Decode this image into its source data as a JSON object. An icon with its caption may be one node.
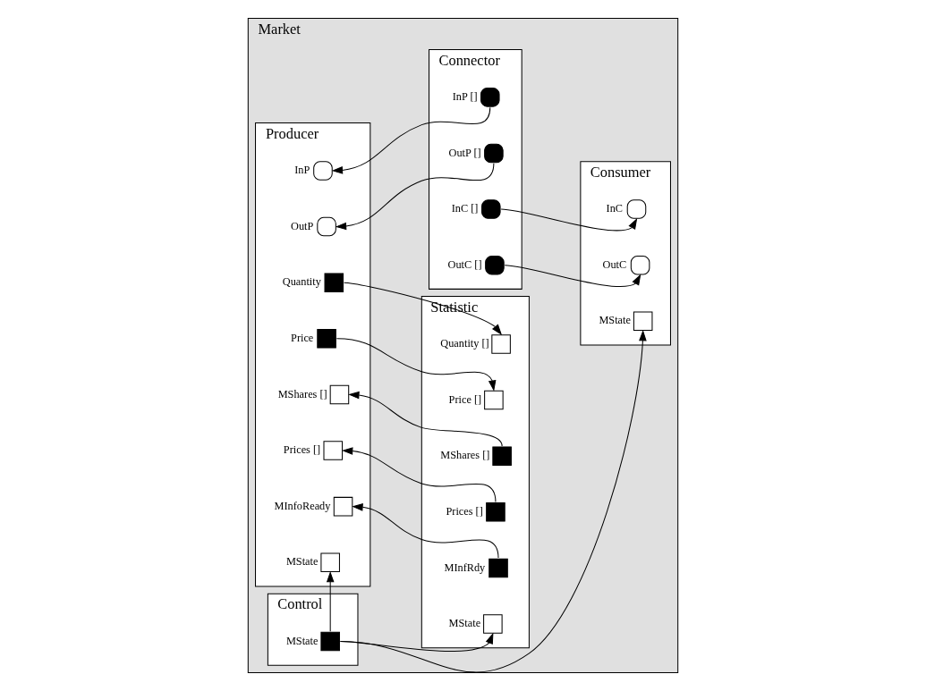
{
  "diagram": {
    "nodes": [
      {
        "text": [
          "Market"
        ]
      },
      {
        "text": [
          "Producer"
        ],
        "in": 0
      },
      {
        "text": [],
        "shape": "circle",
        "beside": [
          "InP"
        ],
        "in": 1
      },
      {
        "text": [],
        "shape": "circle",
        "beside": [
          "OutP"
        ],
        "in": 1
      },
      {
        "text": [],
        "shape": "box",
        "beside": [
          "Quantity"
        ],
        "in": 1
      },
      {
        "text": [],
        "shape": "box",
        "beside": [
          "Price"
        ],
        "in": 1
      },
      {
        "text": [],
        "shape": "box",
        "beside": [
          "MShares []"
        ],
        "in": 1
      },
      {
        "text": [],
        "shape": "box",
        "beside": [
          "Prices []"
        ],
        "in": 1
      },
      {
        "text": [],
        "shape": "box",
        "beside": [
          "MInfoReady"
        ],
        "in": 1
      },
      {
        "text": [],
        "shape": "box",
        "beside": [
          "MState"
        ],
        "in": 1
      },
      {
        "text": [
          "Connector"
        ],
        "in": 0
      },
      {
        "text": [],
        "shape": "circle",
        "beside": [
          "InP []"
        ],
        "in": 10
      },
      {
        "text": [],
        "shape": "circle",
        "beside": [
          "OutP []"
        ],
        "in": 10
      },
      {
        "text": [],
        "shape": "circle",
        "beside": [
          "InC []"
        ],
        "in": 10
      },
      {
        "text": [],
        "shape": "circle",
        "beside": [
          "OutC []"
        ],
        "in": 10
      },
      {
        "text": [
          "Consumer"
        ],
        "in": 0
      },
      {
        "text": [],
        "shape": "circle",
        "beside": [
          "InC"
        ],
        "in": 15
      },
      {
        "text": [],
        "shape": "circle",
        "beside": [
          "OutC"
        ],
        "in": 15
      },
      {
        "text": [],
        "shape": "box",
        "beside": [
          "MState"
        ],
        "in": 15
      },
      {
        "text": [
          "Statistic"
        ],
        "in": 0
      },
      {
        "text": [],
        "shape": "box",
        "beside": [
          "Quantity []"
        ],
        "in": 19
      },
      {
        "text": [],
        "shape": "box",
        "beside": [
          "Price []"
        ],
        "in": 19
      },
      {
        "text": [],
        "shape": "box",
        "beside": [
          "MShares []"
        ],
        "in": 19
      },
      {
        "text": [],
        "shape": "box",
        "beside": [
          "Prices []"
        ],
        "in": 19
      },
      {
        "text": [],
        "shape": "box",
        "beside": [
          "MInfRdy"
        ],
        "in": 19
      },
      {
        "text": [],
        "shape": "box",
        "beside": [
          "MState"
        ],
        "in": 19
      },
      {
        "text": [
          "Control"
        ],
        "in": 0
      },
      {
        "text": [],
        "shape": "box",
        "beside": [
          "MState"
        ],
        "in": 26
      }
    ],
    "edges": [
      {
        "from": 11,
        "to": 2,
        "arrow": "to"
      },
      {
        "from": 12,
        "to": 3,
        "arrow": "to"
      },
      {
        "from": 13,
        "to": 16,
        "arrow": "to"
      },
      {
        "from": 14,
        "to": 17,
        "arrow": "to"
      },
      {
        "from": 4,
        "to": 20,
        "arrow": "to"
      },
      {
        "from": 5,
        "to": 21,
        "arrow": "to"
      },
      {
        "from": 22,
        "to": 6,
        "arrow": "to"
      },
      {
        "from": 23,
        "to": 7,
        "arrow": "to"
      },
      {
        "from": 24,
        "to": 8,
        "arrow": "to"
      },
      {
        "from": 27,
        "to": 9,
        "arrow": "to"
      },
      {
        "from": 27,
        "to": 25,
        "arrow": "to"
      },
      {
        "from": 27,
        "to": 18,
        "arrow": "to"
      }
    ]
  }
}
